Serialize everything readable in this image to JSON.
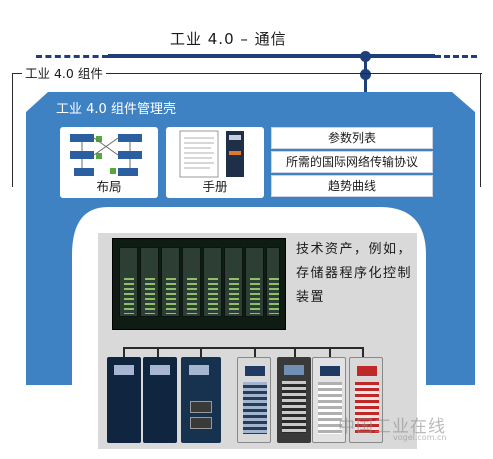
{
  "communication": {
    "title": "工业 4.0 – 通信"
  },
  "component": {
    "title": "工业 4.0 组件",
    "shell": {
      "title": "工业 4.0 组件管理壳",
      "tiles": [
        {
          "label": "布局",
          "icon": "layout-diagram-thumbnail"
        },
        {
          "label": "手册",
          "icon": "manual-document-thumbnail"
        }
      ],
      "params": [
        "参数列表",
        "所需的国际网络传输协议",
        "趋势曲线"
      ]
    },
    "asset": {
      "description": "技术资产，例如，存储器程序化控制装置"
    }
  },
  "watermark": {
    "text": "中国工业在线",
    "sub": "vogel.com.cn"
  },
  "colors": {
    "shell_blue": "#3f82c4",
    "line_navy": "#1e3f7a",
    "asset_gray": "#d9d9d9"
  }
}
